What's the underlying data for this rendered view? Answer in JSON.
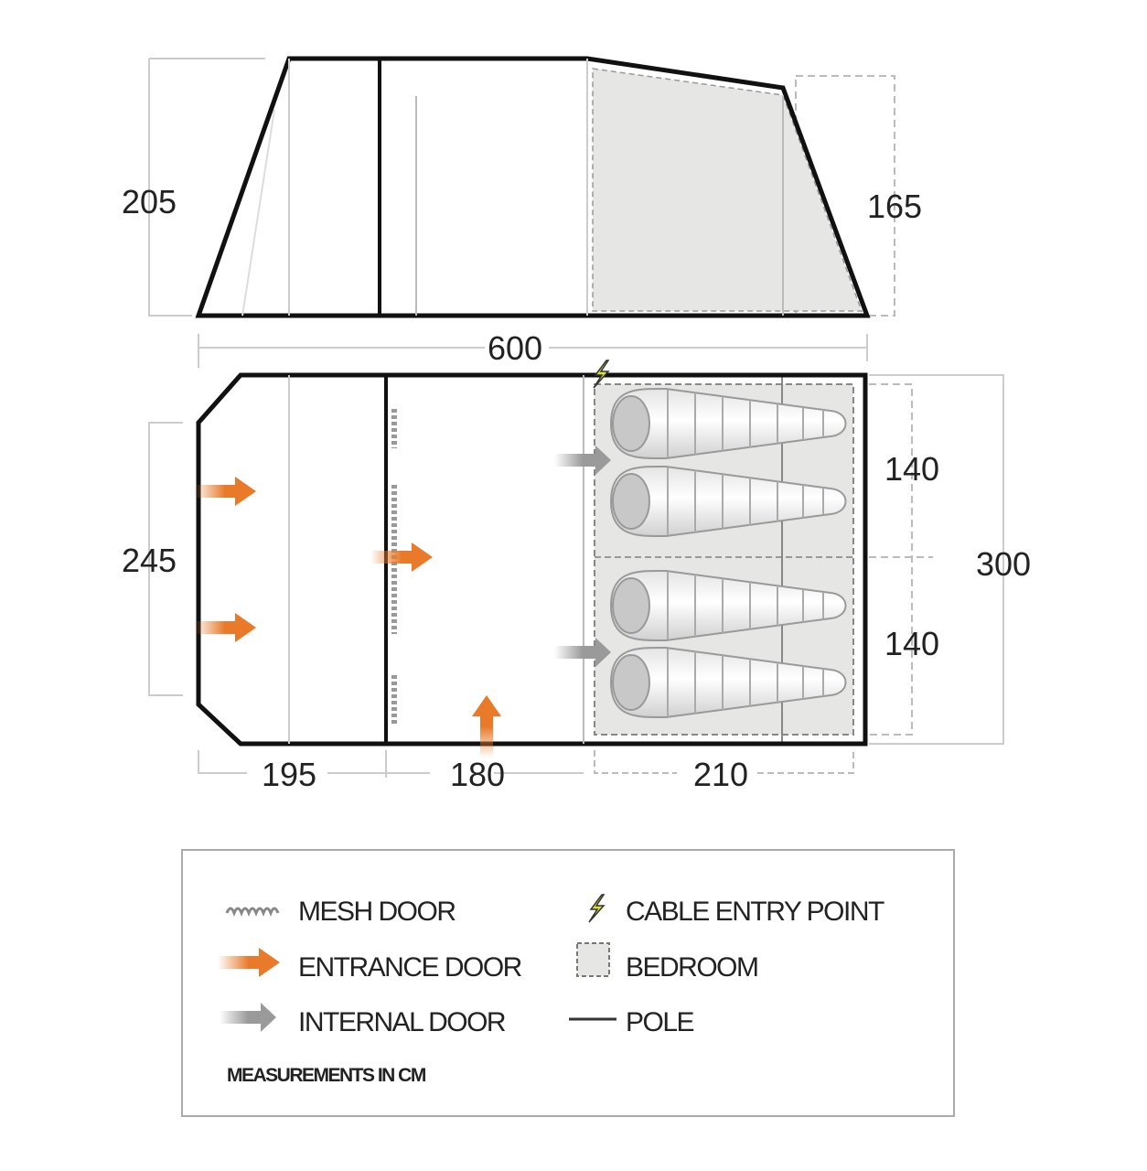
{
  "side_view": {
    "height_front": "205",
    "height_rear": "165",
    "length": "600"
  },
  "floor_plan": {
    "door_width": "245",
    "width_total": "300",
    "bedroom_width_1": "140",
    "bedroom_width_2": "140",
    "section_1": "195",
    "section_2": "180",
    "section_3": "210"
  },
  "legend": {
    "mesh_door": "MESH DOOR",
    "entrance_door": "ENTRANCE DOOR",
    "internal_door": "INTERNAL DOOR",
    "cable_entry_point": "CABLE ENTRY POINT",
    "bedroom": "BEDROOM",
    "pole": "POLE",
    "note": "MEASUREMENTS IN CM"
  },
  "colors": {
    "entrance_arrow": "#e87a2a",
    "internal_arrow": "#9a9a9a",
    "cable_icon": "#d8e03a",
    "bedroom_fill": "#e6e6e4",
    "outline": "#111111"
  }
}
